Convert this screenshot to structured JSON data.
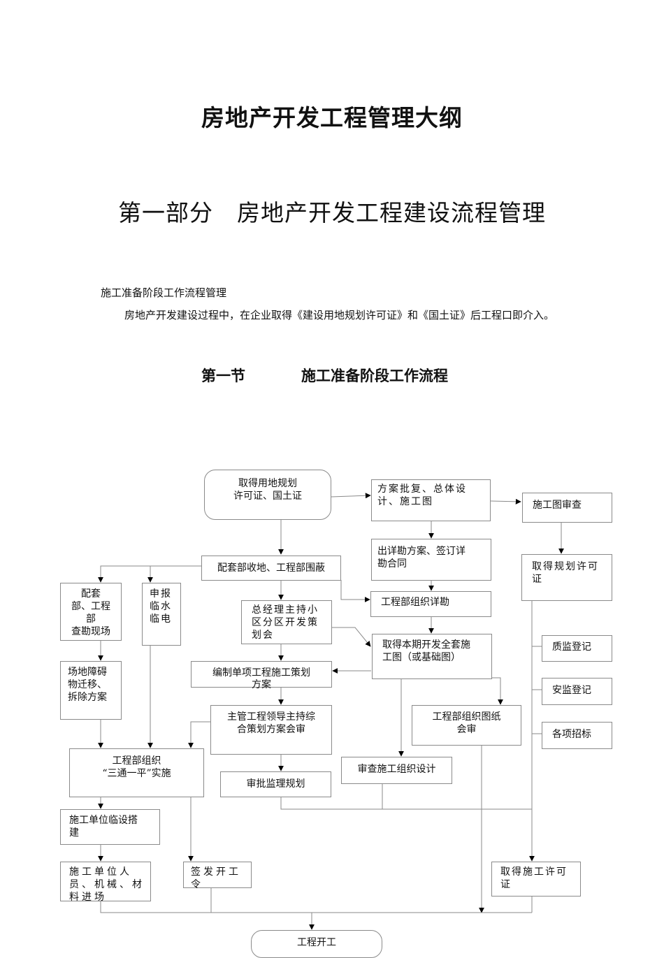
{
  "doc_title": "房地产开发工程管理大纲",
  "part": {
    "label": "第一部分",
    "title": "房地产开发工程建设流程管理"
  },
  "sub_heading": "施工准备阶段工作流程管理",
  "intro": "房地产开发建设过程中，在企业取得《建设用地规划许可证》和《国土证》后工程口即介入。",
  "section": {
    "label": "第一节",
    "title": "施工准备阶段工作流程"
  },
  "flow": {
    "obtain_land_cert": "取得用地规划\n许可证、国土证",
    "scheme_approval": "方案批复、总体设\n计、施工图",
    "drawing_review": "施工图审查",
    "detailed_survey": "出详勘方案、签订详\n勘合同",
    "planning_permit": "取得规划许可\n证",
    "land_acquisition": "配套部收地、工程部围蔽",
    "site_survey": "配套\n部、工程\n部\n查勘现场",
    "utilities_apply": "申报\n临水\n临电",
    "gm_planning": "总经理主持小\n区分区开发策\n划会",
    "survey_org": "工程部组织详勘",
    "full_drawings": "取得本期开发全套施\n工图（或基础图）",
    "quality_reg": "质监登记",
    "safety_reg": "安监登记",
    "tendering": "各项招标",
    "obstacle_plan": "场地障碍\n物迁移、\n拆除方案",
    "unit_plan": "编制单项工程施工策划\n方案",
    "plan_review": "主管工程领导主持综\n合策划方案会审",
    "drawing_joint_review": "工程部组织图纸\n会审",
    "three_links": "工程部组织\n“三通一平”实施",
    "construction_org_review": "审查施工组织设计",
    "supervision_plan": "审批监理规划",
    "temp_facilities": "施工单位临设搭\n建",
    "personnel_entry": "施工单位人\n员、机械、材\n料进场",
    "start_order": "签发开工\n令",
    "construction_permit": "取得施工许可\n证",
    "commence": "工程开工"
  }
}
